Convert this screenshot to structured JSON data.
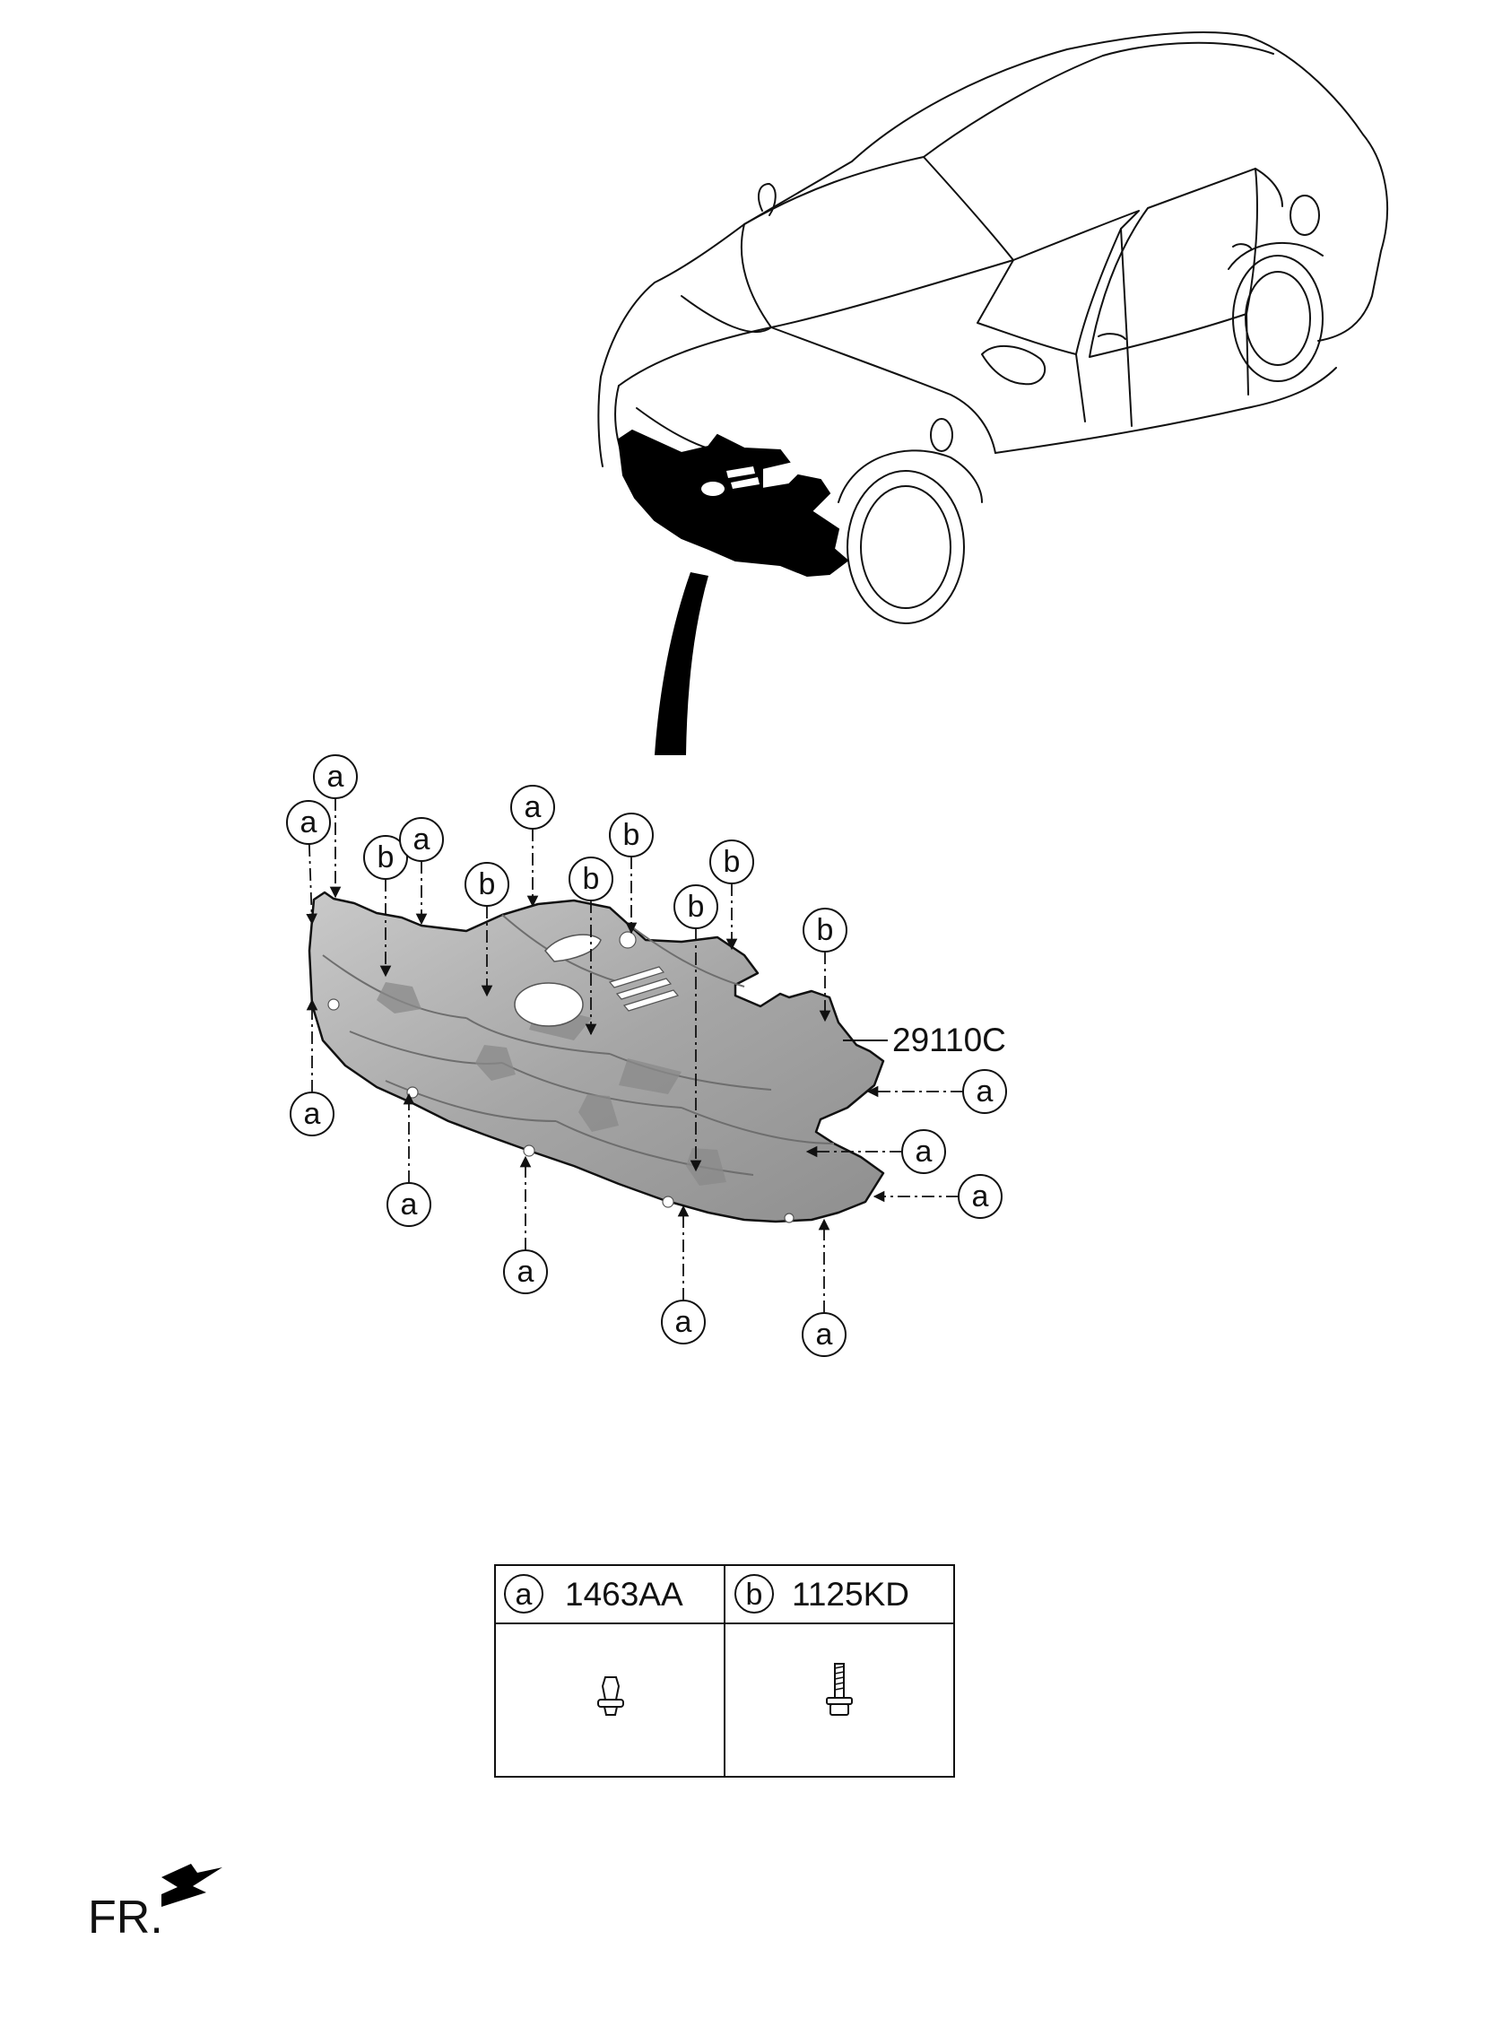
{
  "part_number": "29110C",
  "direction_label": "FR.",
  "callouts": {
    "a": "a",
    "b": "b"
  },
  "legend": [
    {
      "letter": "a",
      "code": "1463AA",
      "icon": "clip-fastener-icon"
    },
    {
      "letter": "b",
      "code": "1125KD",
      "icon": "bolt-screw-icon"
    }
  ],
  "colors": {
    "line": "#111111",
    "panel_fill": "#a9a9a9",
    "panel_shade": "#8c8c8c",
    "panel_light": "#cfcfcf",
    "highlight_black": "#000000"
  }
}
